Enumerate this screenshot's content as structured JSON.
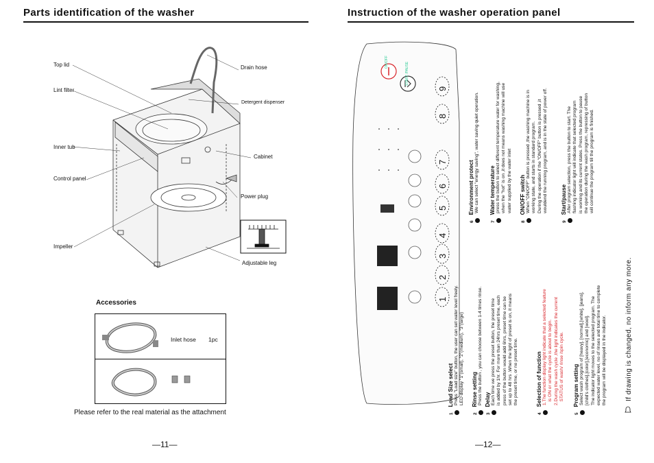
{
  "left_page": {
    "title": "Parts identification of the washer",
    "labels": {
      "top_lid": "Top lid",
      "lint_filter": "Lint filter",
      "inner_tub": "Inner tub",
      "control_panel": "Control panel",
      "impeller": "Impeller",
      "drain_hose": "Drain hose",
      "detergent_dispenser": "Detergent dispenser",
      "cabinet": "Cabinet",
      "power_plug": "Power plug",
      "adjustable_leg": "Adjustable leg"
    },
    "accessories": {
      "title": "Accessories",
      "item_name": "Inlet hose",
      "item_qty": "1pc"
    },
    "note": "Please refer to the real material as the attachment",
    "page_number": "—11—"
  },
  "right_page": {
    "title": "Instruction of the washer operation panel",
    "panel": {
      "callouts": [
        "1",
        "2",
        "3",
        "4",
        "5",
        "6",
        "7",
        "8",
        "9"
      ],
      "onoff_label": "ON/OFF",
      "start_label": "START /PAUSE"
    },
    "sections": [
      {
        "num": "1",
        "head": "Load Size select",
        "lines": [
          "Press \"Load size\" button, the user can set water level freely.",
          "LED display \"1\"(small), \"2\"(medium), \"3\"(large)"
        ]
      },
      {
        "num": "2",
        "head": "Rinse setting",
        "lines": [
          "Press the button , you can choose between 1-4 times rinse."
        ]
      },
      {
        "num": "3",
        "head": "Delay",
        "lines": [
          "Each time we press the preset button, the preset time",
          "is added by 1hr. For more than 24hrs preset time, each",
          "press of the button would add 6hrs, preset time can be",
          "set up to 48 hrs .When the light of preset is on, it means",
          "the preset time, or no preset time."
        ]
      },
      {
        "num": "4",
        "head": "Selection of function",
        "red_lines": [
          "1.The function display light indicate that a selected feature",
          "   is ON or what the cycle is about to begin.",
          "2.During the wash cycle ,the light indicates the current",
          "   STATUS of wash/ rinse /spin cycle."
        ]
      },
      {
        "num": "5",
        "head": "Program setting",
        "lines": [
          "Select wash program of [heavy], [normal],[white], [jeans],",
          "[child's clothes],[color],[economic] and [wool].",
          "The indicator light moves to the selected program. The",
          "expected water level, no of rinses and total time to complete",
          "the program will be displayed in the indicator."
        ]
      },
      {
        "num": "6",
        "head": "Environment protect",
        "lines": [
          "We can select \"energy saving\", water saving quiet operation."
        ]
      },
      {
        "num": "7",
        "head": "Water temperature",
        "lines": [
          "press the button to select different temperature water for washing,",
          "when the \"hot\" is on ,it does not means washing machine will use",
          "water supplied by the water inlet"
        ]
      },
      {
        "num": "8",
        "head": "ON/OFF switch",
        "lines": [
          "When \"ON/OFF\" button is pressed ,the washing machine is in",
          "working state, and starts in standard program.",
          "During the operation if the \"ON/OFF\" button is pressed ,it",
          "wouldend the running program, and is in the state of power off."
        ]
      },
      {
        "num": "9",
        "head": "Start/pause",
        "lines": [
          "After program selection, press the button to start. The",
          "flashing indicator light will indicate that selected program",
          "is working and its current states. Press the button to pause",
          "the operation during the wash program, repressing of button",
          "will continue the program till the program is finished."
        ]
      }
    ],
    "drawing_note": "If drawing is changed, no inform any more.",
    "page_number": "—12—"
  },
  "colors": {
    "ink": "#111111",
    "red": "#d8242a",
    "rule": "#111111"
  }
}
